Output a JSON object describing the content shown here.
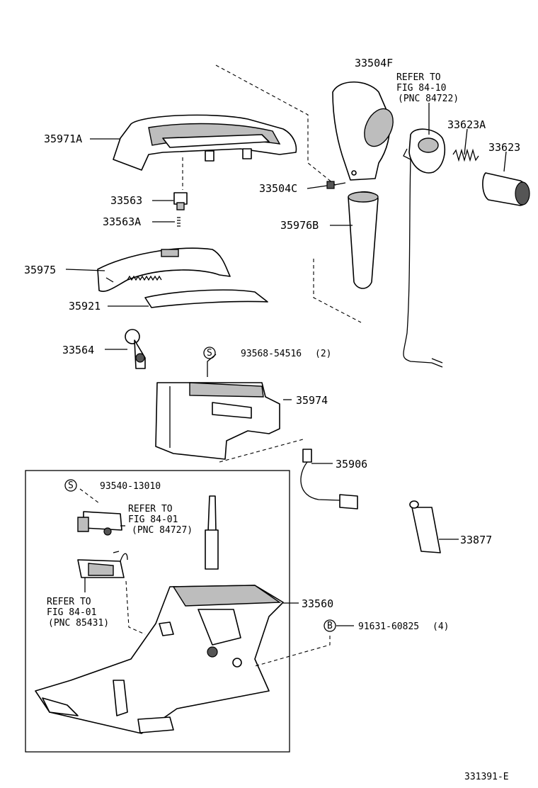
{
  "labels": {
    "p33504F": "33504F",
    "refer1_l1": "REFER TO",
    "refer1_l2": "FIG 84-10",
    "refer1_l3": "(PNC 84722)",
    "p33623A": "33623A",
    "p33623": "33623",
    "p35971A": "35971A",
    "p33504C": "33504C",
    "p33563": "33563",
    "p33563A": "33563A",
    "p35976B": "35976B",
    "p35975": "35975",
    "p35921": "35921",
    "p33564": "33564",
    "s1_code": "S",
    "s1_pn": "93568-54516",
    "s1_qty": "(2)",
    "p35974": "35974",
    "p35906": "35906",
    "s2_code": "S",
    "s2_pn": "93540-13010",
    "refer2_l1": "REFER TO",
    "refer2_l2": "FIG 84-01",
    "refer2_l3": "(PNC 84727)",
    "p33877": "33877",
    "p33560": "33560",
    "refer3_l1": "REFER TO",
    "refer3_l2": "FIG 84-01",
    "refer3_l3": "(PNC 85431)",
    "b_code": "B",
    "b_pn": "91631-60825",
    "b_qty": "(4)",
    "figure_id": "331391-E"
  }
}
